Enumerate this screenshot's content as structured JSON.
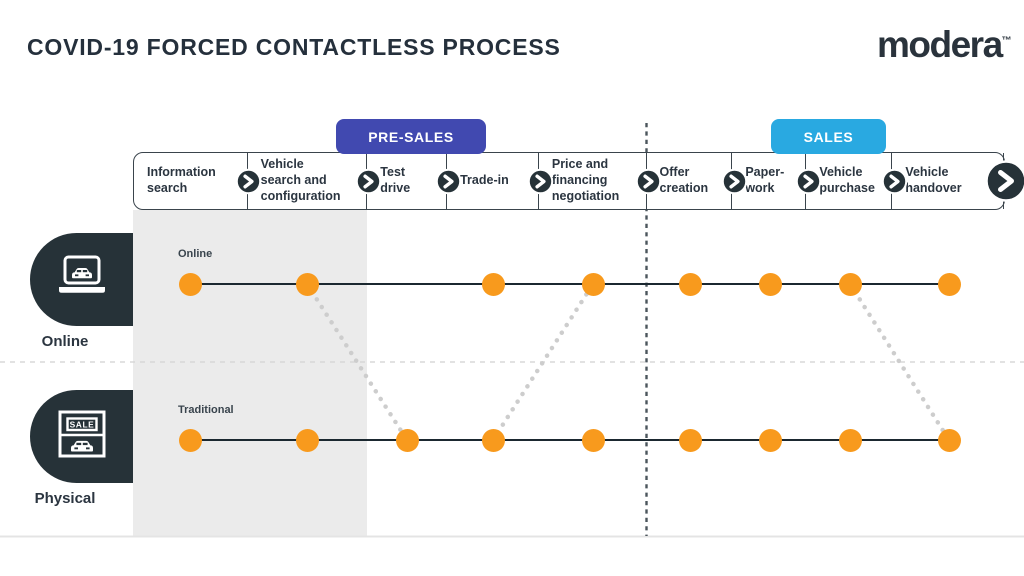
{
  "header": {
    "title": "COVID-19 FORCED CONTACTLESS PROCESS",
    "logo_text": "modera",
    "logo_tm": "™"
  },
  "phase_badges": {
    "pre_sales": {
      "label": "PRE-SALES",
      "color": "#4149b0"
    },
    "sales": {
      "label": "SALES",
      "color": "#29a9e1"
    }
  },
  "process_steps": [
    "Information search",
    "Vehicle search and configuration",
    "Test drive",
    "Trade-in",
    "Price and financing negotiation",
    "Offer creation",
    "Paper-work",
    "Vehicle purchase",
    "Vehicle handover"
  ],
  "lanes": [
    {
      "id": "online",
      "icon": "laptop-car-icon",
      "icon_label": "Online",
      "line_label": "Online",
      "dots_at_steps": [
        true,
        true,
        false,
        true,
        true,
        true,
        true,
        true,
        true
      ]
    },
    {
      "id": "physical",
      "icon": "dealership-sale-icon",
      "icon_label": "Physical",
      "line_label": "Traditional",
      "dots_at_steps": [
        true,
        true,
        true,
        true,
        true,
        true,
        true,
        true,
        true
      ]
    }
  ],
  "switch_connectors": [
    {
      "from_lane": "online",
      "from_step": 1,
      "to_lane": "physical",
      "to_step": 2
    },
    {
      "from_lane": "physical",
      "from_step": 3,
      "to_lane": "online",
      "to_step": 4
    },
    {
      "from_lane": "online",
      "from_step": 7,
      "to_lane": "physical",
      "to_step": 8
    }
  ],
  "colors": {
    "dot_orange": "#f89a1d",
    "dark_slate": "#263238",
    "pre_sales_indigo": "#4149b0",
    "sales_blue": "#29a9e1",
    "highlight_grey": "#ebebeb",
    "connector_grey": "#cdcdcd",
    "lane_line": "#1b2830"
  }
}
